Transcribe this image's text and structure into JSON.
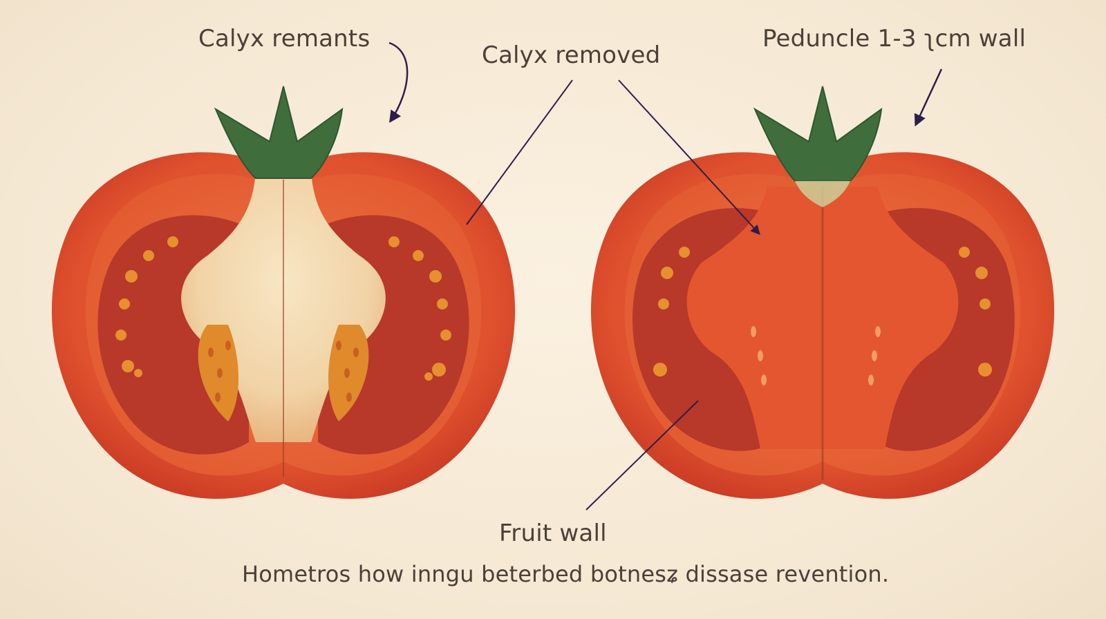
{
  "labels": {
    "calyx_remnants": "Calyx remants",
    "calyx_removed": "Calyx removed",
    "peduncle": "Peduncle 1-3 ʅcm wall",
    "fruit_wall": "Fruit wall",
    "caption": "Hometros how inngu beterbed botnesʑ dissase revention."
  },
  "colors": {
    "background": "#f6ead6",
    "tomato_skin": "#d8452a",
    "tomato_flesh": "#e8643a",
    "locule": "#b8382a",
    "seed_gel": "#f0a030",
    "core_pale": "#f3dcb4",
    "calyx_green": "#3f6e3c",
    "arrow": "#2e1d4a",
    "text": "#4a4038"
  },
  "icons": {
    "left_tomato": "tomato-cross-section-with-calyx-remnants-icon",
    "right_tomato": "tomato-cross-section-calyx-removed-icon"
  }
}
